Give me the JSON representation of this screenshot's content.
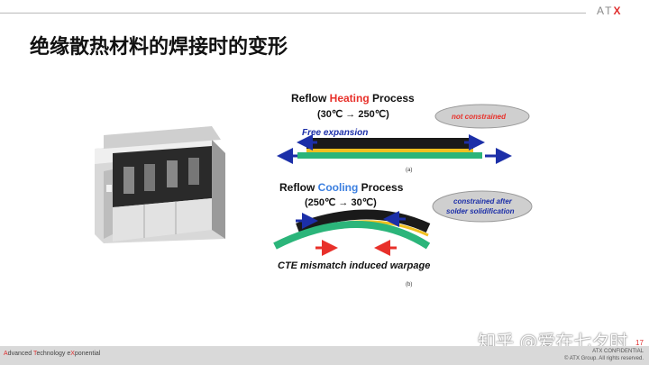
{
  "header": {
    "logo_text": "ATX",
    "title": "绝缘散热材料的焊接时的变形"
  },
  "diagram": {
    "heating_title": "Reflow Heating Process",
    "heating_title_prefix": "Reflow ",
    "heating_title_key": "Heating",
    "heating_title_suffix": " Process",
    "heating_temp": "(30℃ → 250℃)",
    "heating_callout": "not constrained",
    "free_expansion": "Free expansion",
    "label_a": "(a)",
    "cooling_title_prefix": "Reflow ",
    "cooling_title_key": "Cooling",
    "cooling_title_suffix": " Process",
    "cooling_temp": "(250℃ → 30℃)",
    "cooling_callout_line1": "constrained after",
    "cooling_callout_line2": "solder solidification",
    "warpage_caption": "CTE mismatch induced warpage",
    "label_b": "(b)"
  },
  "watermark": "知乎 @爱在七夕时",
  "footer": {
    "tagline_a1": "A",
    "tagline_a2": "dvanced ",
    "tagline_t1": "T",
    "tagline_t2": "echnology e",
    "tagline_x1": "X",
    "tagline_x2": "ponential",
    "confidential": "ATX CONFIDENTIAL",
    "copyright": "© ATX Group. All rights reserved.",
    "page_number": "17"
  },
  "colors": {
    "accent_red": "#e03030",
    "heating_red": "#e8302a",
    "cooling_blue": "#3b7fe0",
    "arrow_blue": "#1c2fa8",
    "substrate_green": "#2bb57a",
    "chip_black": "#1a1a1a"
  }
}
